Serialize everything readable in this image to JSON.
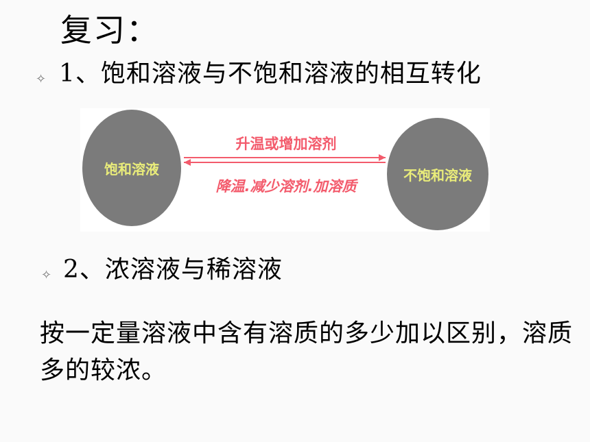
{
  "slide": {
    "title": "复习：",
    "bullet_glyph": "✧",
    "point1": "1、饱和溶液与不饱和溶液的相互转化",
    "point2": "2、浓溶液与稀溶液",
    "paragraph": "按一定量溶液中含有溶质的多少加以区别，溶质多的较浓。"
  },
  "diagram": {
    "left_circle_label": "饱和溶液",
    "right_circle_label": "不饱和溶液",
    "top_arrow_label": "升温或增加溶剂",
    "bottom_arrow_label": "降温.减少溶剂.加溶质",
    "circle_color": "#7b7b7b",
    "circle_text_color": "#e9ec7a",
    "arrow_color": "#f35b6c"
  }
}
